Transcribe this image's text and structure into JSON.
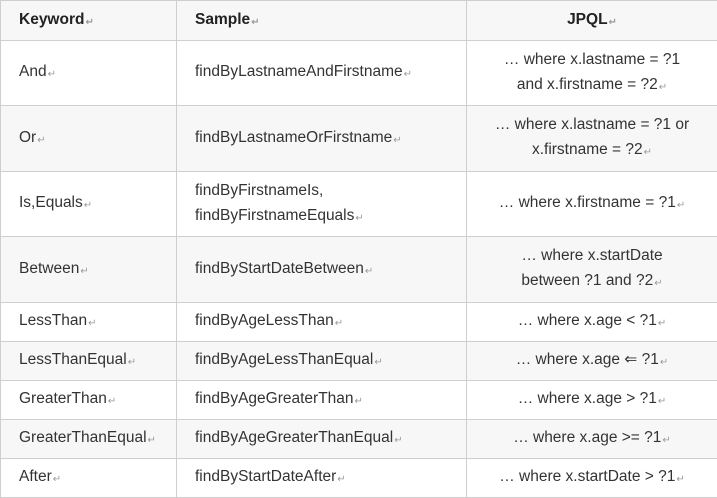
{
  "header": {
    "keyword": "Keyword",
    "sample": "Sample",
    "jpql": "JPQL",
    "paragraph_mark": "↵"
  },
  "rows": [
    {
      "keyword": "And",
      "sample": [
        "findByLastnameAndFirstname"
      ],
      "jpql": [
        "… where x.lastname = ?1",
        "and x.firstname = ?2"
      ]
    },
    {
      "keyword": "Or",
      "sample": [
        "findByLastnameOrFirstname"
      ],
      "jpql": [
        "… where x.lastname = ?1 or",
        "x.firstname = ?2"
      ]
    },
    {
      "keyword": "Is,Equals",
      "sample": [
        "findByFirstnameIs,",
        "findByFirstnameEquals"
      ],
      "jpql": [
        "… where x.firstname = ?1"
      ]
    },
    {
      "keyword": "Between",
      "sample": [
        "findByStartDateBetween"
      ],
      "jpql": [
        "… where x.startDate",
        "between ?1 and ?2"
      ]
    },
    {
      "keyword": "LessThan",
      "sample": [
        "findByAgeLessThan"
      ],
      "jpql": [
        "… where x.age < ?1"
      ]
    },
    {
      "keyword": "LessThanEqual",
      "sample": [
        "findByAgeLessThanEqual"
      ],
      "jpql": [
        "… where x.age ⇐ ?1"
      ]
    },
    {
      "keyword": "GreaterThan",
      "sample": [
        "findByAgeGreaterThan"
      ],
      "jpql": [
        "… where x.age > ?1"
      ]
    },
    {
      "keyword": "GreaterThanEqual",
      "sample": [
        "findByAgeGreaterThanEqual"
      ],
      "jpql": [
        "… where x.age >= ?1"
      ]
    },
    {
      "keyword": "After",
      "sample": [
        "findByStartDateAfter"
      ],
      "jpql": [
        "… where x.startDate > ?1"
      ]
    }
  ]
}
